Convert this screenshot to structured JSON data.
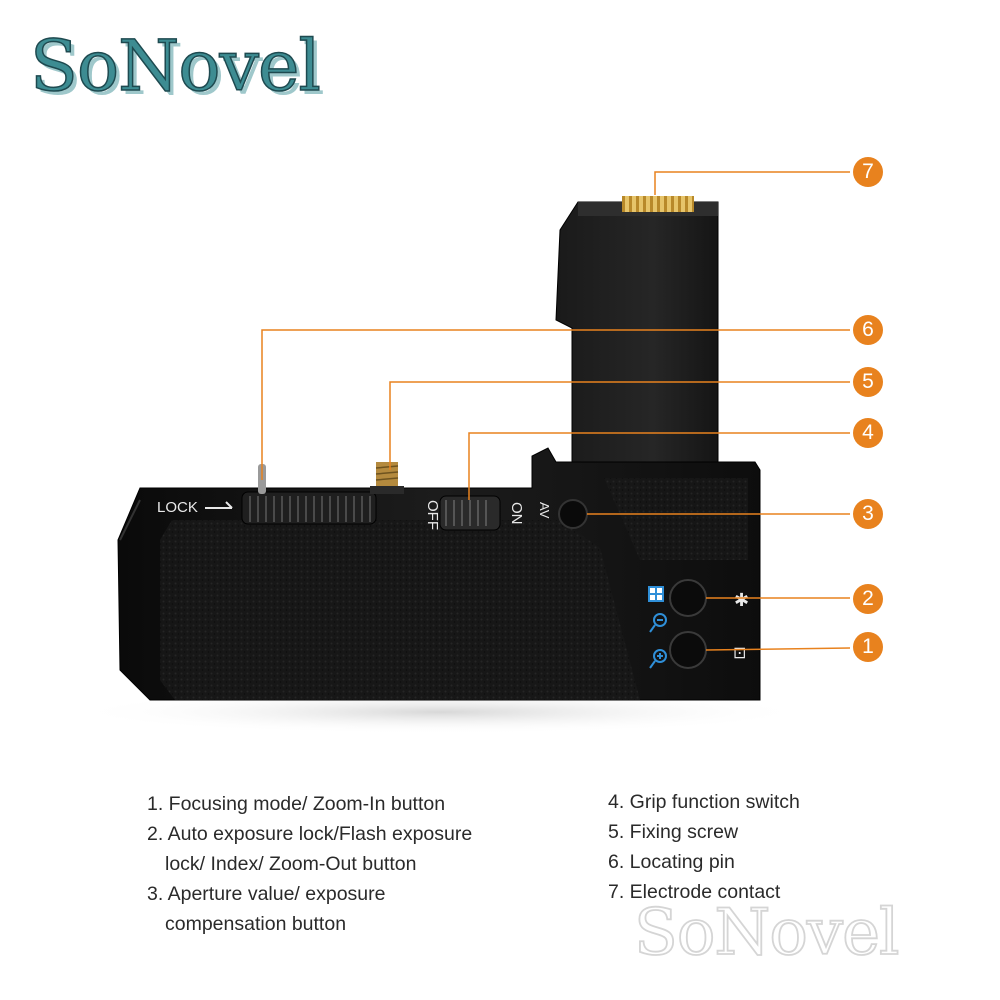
{
  "logo": {
    "brand": "SoNovel"
  },
  "watermark": {
    "brand": "SoNovel"
  },
  "device": {
    "lock_label": "LOCK",
    "switch_off_label": "OFF",
    "switch_on_label": "ON",
    "av_label": "AV",
    "asterisk_symbol": "✱",
    "index_symbol": "⊡"
  },
  "callouts": [
    "1",
    "2",
    "3",
    "4",
    "5",
    "6",
    "7"
  ],
  "legend_left": [
    "1. Focusing mode/ Zoom-In button",
    "2. Auto exposure lock/Flash exposure",
    "lock/ Index/ Zoom-Out button",
    "3. Aperture value/ exposure",
    "compensation button"
  ],
  "legend_right": [
    "4. Grip function switch",
    "5. Fixing screw",
    "6. Locating pin",
    "7. Electrode contact"
  ],
  "colors": {
    "accent": "#e8821e",
    "grip_body": "#141414",
    "logo_teal": "#3d8c92"
  }
}
